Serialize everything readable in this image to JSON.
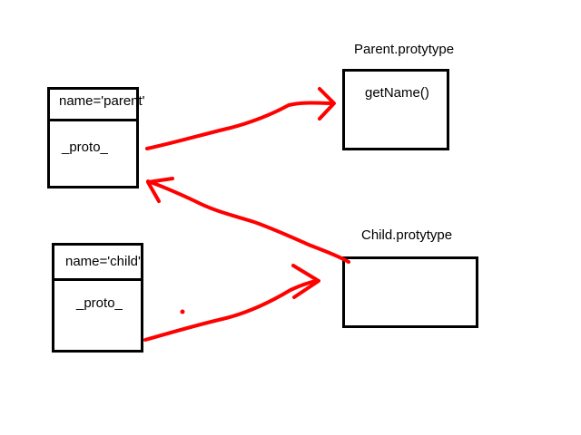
{
  "parent_object": {
    "name_field": "name='parent'",
    "proto_field": "_proto_"
  },
  "child_object": {
    "name_field": "name='child'",
    "proto_field": "_proto_"
  },
  "parent_prototype": {
    "title": "Parent.protytype",
    "method": "getName()"
  },
  "child_prototype": {
    "title": "Child.protytype"
  },
  "colors": {
    "box_stroke": "#000000",
    "arrow": "#ff0000"
  }
}
